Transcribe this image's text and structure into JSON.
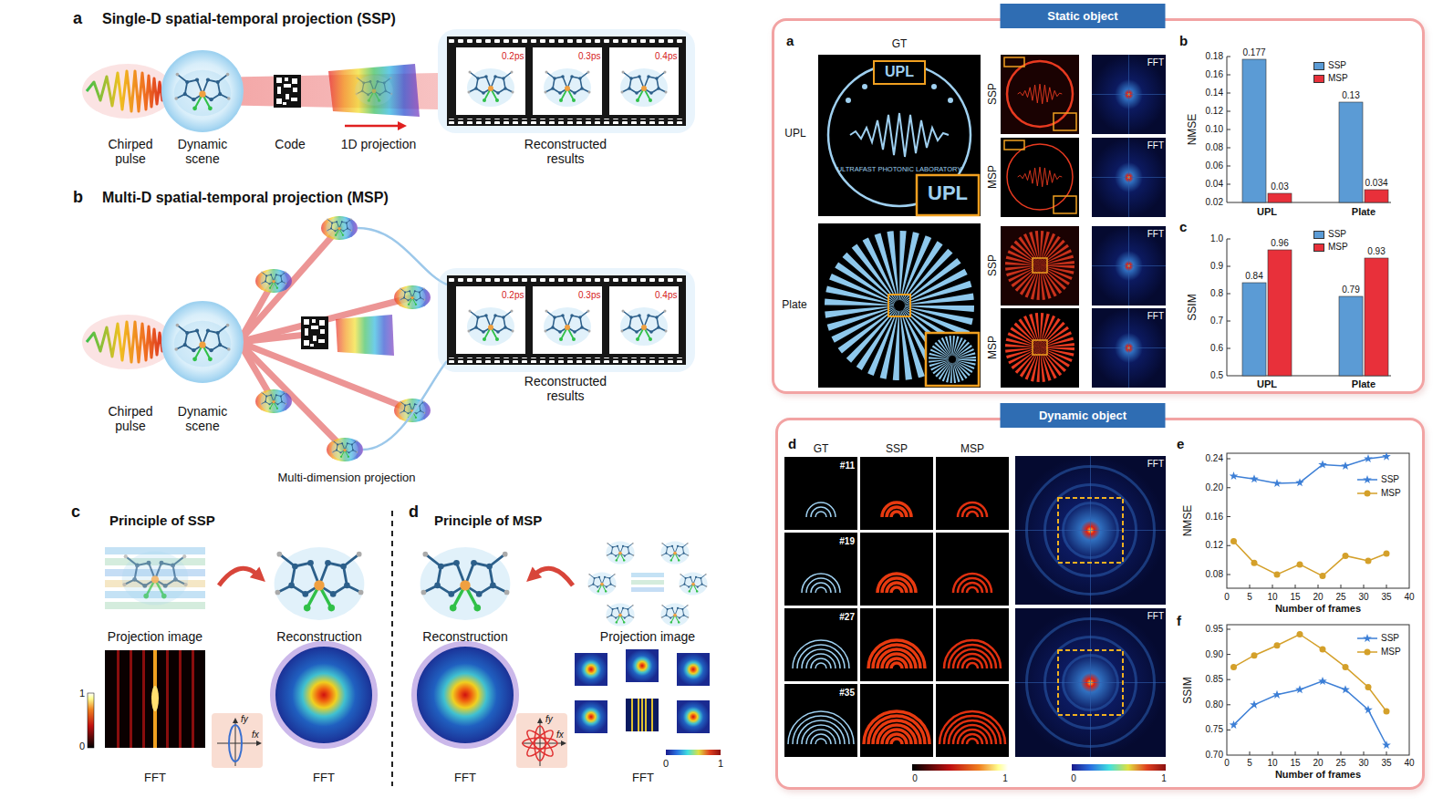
{
  "diagram": {
    "nodes": [
      {
        "text": [
          "Static object"
        ]
      },
      {
        "text": [
          "Dynamic object"
        ]
      }
    ],
    "labels": [
      "a",
      "Single-D spatial-temporal projection (SSP)",
      "0.2ps",
      "0.3ps",
      "0.4ps",
      "Chirped pulse",
      "Dynamic scene",
      "Code",
      "1D projection",
      "Reconstructed results",
      "b",
      "Multi-D spatial-temporal projection (MSP)",
      "0.2ps",
      "0.3ps",
      "0.4ps",
      "Chirped pulse",
      "Dynamic scene",
      "Reconstructed results",
      "Multi-dimension projection",
      "c",
      "Principle of SSP",
      "Projection image",
      "Reconstruction",
      "1",
      "0",
      "FFT",
      "fy",
      "fx",
      "FFT",
      "d",
      "Principle of MSP",
      "Reconstruction",
      "Projection image",
      "FFT",
      "fy",
      "fx",
      "FFT",
      "0",
      "1",
      "a",
      "GT",
      "UPL",
      "Plate",
      "UPL",
      "ULTRAFAST PHOTONIC LABORATORY",
      "UPL",
      "SSP",
      "MSP",
      "SSP",
      "MSP",
      "FFT",
      "FFT",
      "FFT",
      "FFT",
      "b",
      "NMSE",
      "0.18",
      "0.16",
      "0.14",
      "0.12",
      "0.10",
      "0.08",
      "0.06",
      "0.04",
      "0.02",
      "0.177",
      "0.03",
      "0.13",
      "0.034",
      "UPL",
      "Plate",
      "c",
      "SSIM",
      "1.0",
      "0.9",
      "0.8",
      "0.7",
      "0.6",
      "0.5",
      "0.84",
      "0.96",
      "0.79",
      "0.93",
      "UPL",
      "Plate",
      "d",
      "GT",
      "SSP",
      "MSP",
      "#11",
      "#19",
      "#27",
      "#35",
      "FFT",
      "FFT",
      "0",
      "1",
      "0",
      "1",
      "e",
      "NMSE",
      "0.24",
      "0.20",
      "0.16",
      "0.12",
      "0.08",
      "0",
      "5",
      "10",
      "15",
      "20",
      "25",
      "30",
      "35",
      "40",
      "Number of frames",
      "f",
      "SSIM",
      "0.95",
      "0.90",
      "0.85",
      "0.80",
      "0.75",
      "0.70",
      "0",
      "5",
      "10",
      "15",
      "20",
      "25",
      "30",
      "35",
      "40",
      "Number of frames"
    ],
    "legend": [
      {
        "text": "SSP",
        "color": "#5b9bd5"
      },
      {
        "text": "MSP",
        "color": "#e8303a"
      },
      {
        "text": "SSP",
        "color": "#5b9bd5"
      },
      {
        "text": "MSP",
        "color": "#e8303a"
      },
      {
        "text": "SSP"
      },
      {
        "text": "MSP"
      },
      {
        "text": "SSP"
      },
      {
        "text": "MSP"
      }
    ]
  }
}
